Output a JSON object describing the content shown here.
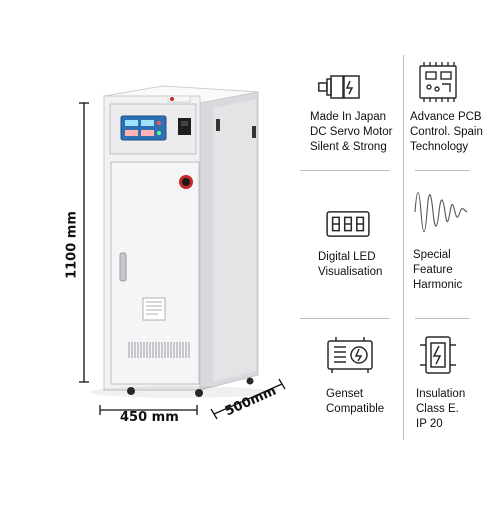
{
  "dimensions": {
    "height": "1100 mm",
    "width": "450 mm",
    "depth": "500mm"
  },
  "features": [
    {
      "icon": "servo-motor-icon",
      "lines": [
        "Made In Japan",
        "DC Servo Motor",
        "Silent & Strong"
      ]
    },
    {
      "icon": "pcb-chip-icon",
      "lines": [
        "Advance PCB",
        "Control. Spain",
        "Technology"
      ]
    },
    {
      "icon": "digital-led-icon",
      "lines": [
        "Digital LED",
        "Visualisation"
      ]
    },
    {
      "icon": "harmonic-wave-icon",
      "lines": [
        "Special",
        "Feature",
        "Harmonic"
      ]
    },
    {
      "icon": "genset-icon",
      "lines": [
        "Genset",
        "Compatible"
      ]
    },
    {
      "icon": "insulation-icon",
      "lines": [
        "Insulation",
        "Class E.",
        "IP 20"
      ]
    }
  ],
  "colors": {
    "cabinet": "#f1f1f3",
    "cabinet_shadow": "#d6d6da",
    "panel_blue": "#2f6fb3",
    "icon_stroke": "#2a2a2a",
    "divider": "#bdbdbd"
  }
}
